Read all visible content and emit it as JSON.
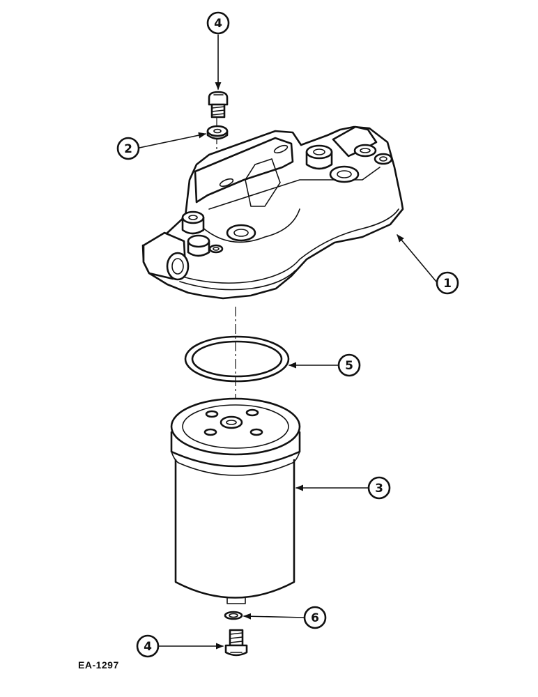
{
  "figure_code": "EA-1297",
  "callouts": [
    {
      "id": "c1",
      "label": "1"
    },
    {
      "id": "c2",
      "label": "2"
    },
    {
      "id": "c3",
      "label": "3"
    },
    {
      "id": "c4_top",
      "label": "4"
    },
    {
      "id": "c4_bottom",
      "label": "4"
    },
    {
      "id": "c5",
      "label": "5"
    },
    {
      "id": "c6",
      "label": "6"
    }
  ]
}
